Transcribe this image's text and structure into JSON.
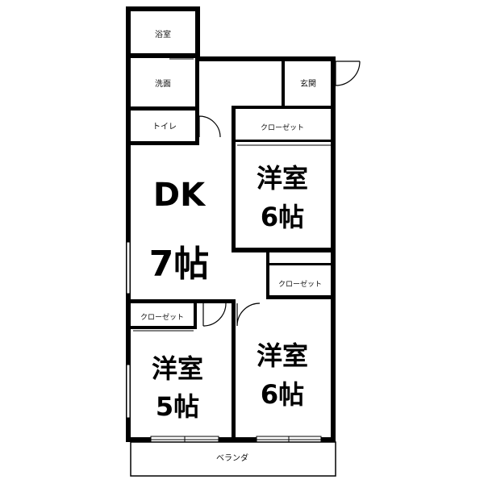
{
  "rooms": {
    "bath": "浴室",
    "washroom": "洗面",
    "entrance": "玄関",
    "toilet": "トイレ",
    "dk_type": "DK",
    "dk_size": "7帖",
    "western_ne_type": "洋室",
    "western_ne_size": "6帖",
    "western_se_type": "洋室",
    "western_se_size": "6帖",
    "western_sw_type": "洋室",
    "western_sw_size": "5帖",
    "closet_top": "クローゼット",
    "closet_mid": "クローゼット",
    "closet_left": "クローゼット",
    "veranda": "ベランダ"
  }
}
